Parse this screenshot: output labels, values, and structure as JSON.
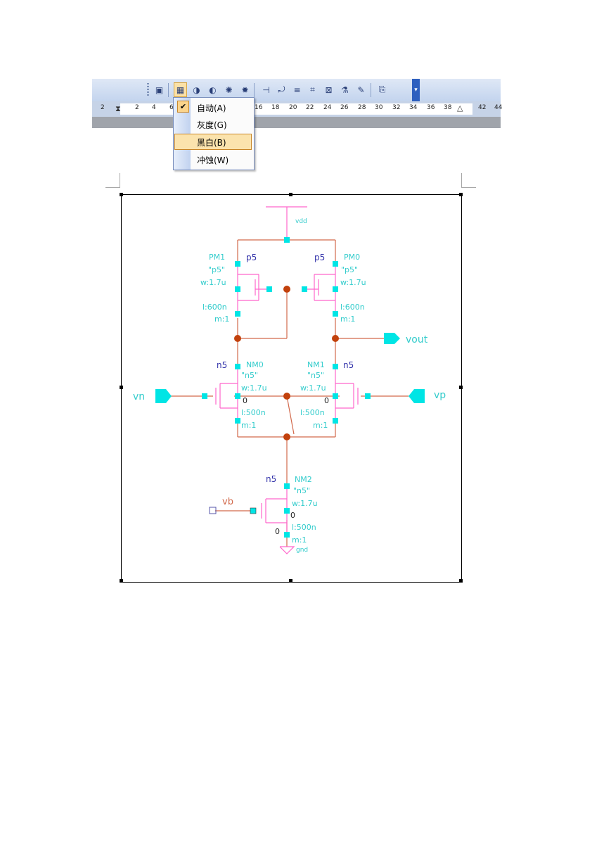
{
  "menu": {
    "items": [
      {
        "label": "自动(A)",
        "checked": true
      },
      {
        "label": "灰度(G)",
        "checked": false
      },
      {
        "label": "黑白(B)",
        "checked": false,
        "highlighted": true
      },
      {
        "label": "冲蚀(W)",
        "checked": false
      }
    ]
  },
  "toolbar": {
    "buttons": [
      "insert-picture-icon",
      "color-icon",
      "more-contrast-icon",
      "less-contrast-icon",
      "more-brightness-icon",
      "less-brightness-icon",
      "crop-icon",
      "rotate-icon",
      "line-style-icon",
      "compress-icon",
      "text-wrap-icon",
      "format-picture-icon",
      "set-transparent-color-icon",
      "reset-picture-icon",
      "overflow-icon"
    ]
  },
  "ruler": {
    "numbers": [
      "2",
      "2",
      "4",
      "6",
      "16",
      "18",
      "20",
      "22",
      "24",
      "26",
      "28",
      "30",
      "32",
      "34",
      "36",
      "38",
      "42",
      "44"
    ]
  },
  "schematic": {
    "nets": {
      "vdd": "vdd",
      "gnd": "gnd",
      "vout": "vout",
      "vn": "vn",
      "vp": "vp",
      "vb": "vb"
    },
    "devices": [
      {
        "name": "PM1",
        "model": "p5",
        "model_q": "\"p5\"",
        "w": "w:1.7u",
        "l": "l:600n",
        "m": "m:1"
      },
      {
        "name": "PM0",
        "model": "p5",
        "model_q": "\"p5\"",
        "w": "w:1.7u",
        "l": "l:600n",
        "m": "m:1"
      },
      {
        "name": "NM0",
        "model": "n5",
        "model_q": "\"n5\"",
        "w": "w:1.7u",
        "l": "l:500n",
        "m": "m:1",
        "bulk": "0"
      },
      {
        "name": "NM1",
        "model": "n5",
        "model_q": "\"n5\"",
        "w": "w:1.7u",
        "l": "l:500n",
        "m": "m:1",
        "bulk": "0"
      },
      {
        "name": "NM2",
        "model": "n5",
        "model_q": "\"n5\"",
        "w": "w:1.7u",
        "l": "l:500n",
        "m": "m:1",
        "bulk": "0",
        "bulk2": "0"
      }
    ],
    "colors": {
      "wire": "#d2694b",
      "device": "#ff66cc",
      "label": "#33cccc",
      "pin": "#00e5e5",
      "model": "#3333aa",
      "junction": "#c2410c"
    }
  }
}
